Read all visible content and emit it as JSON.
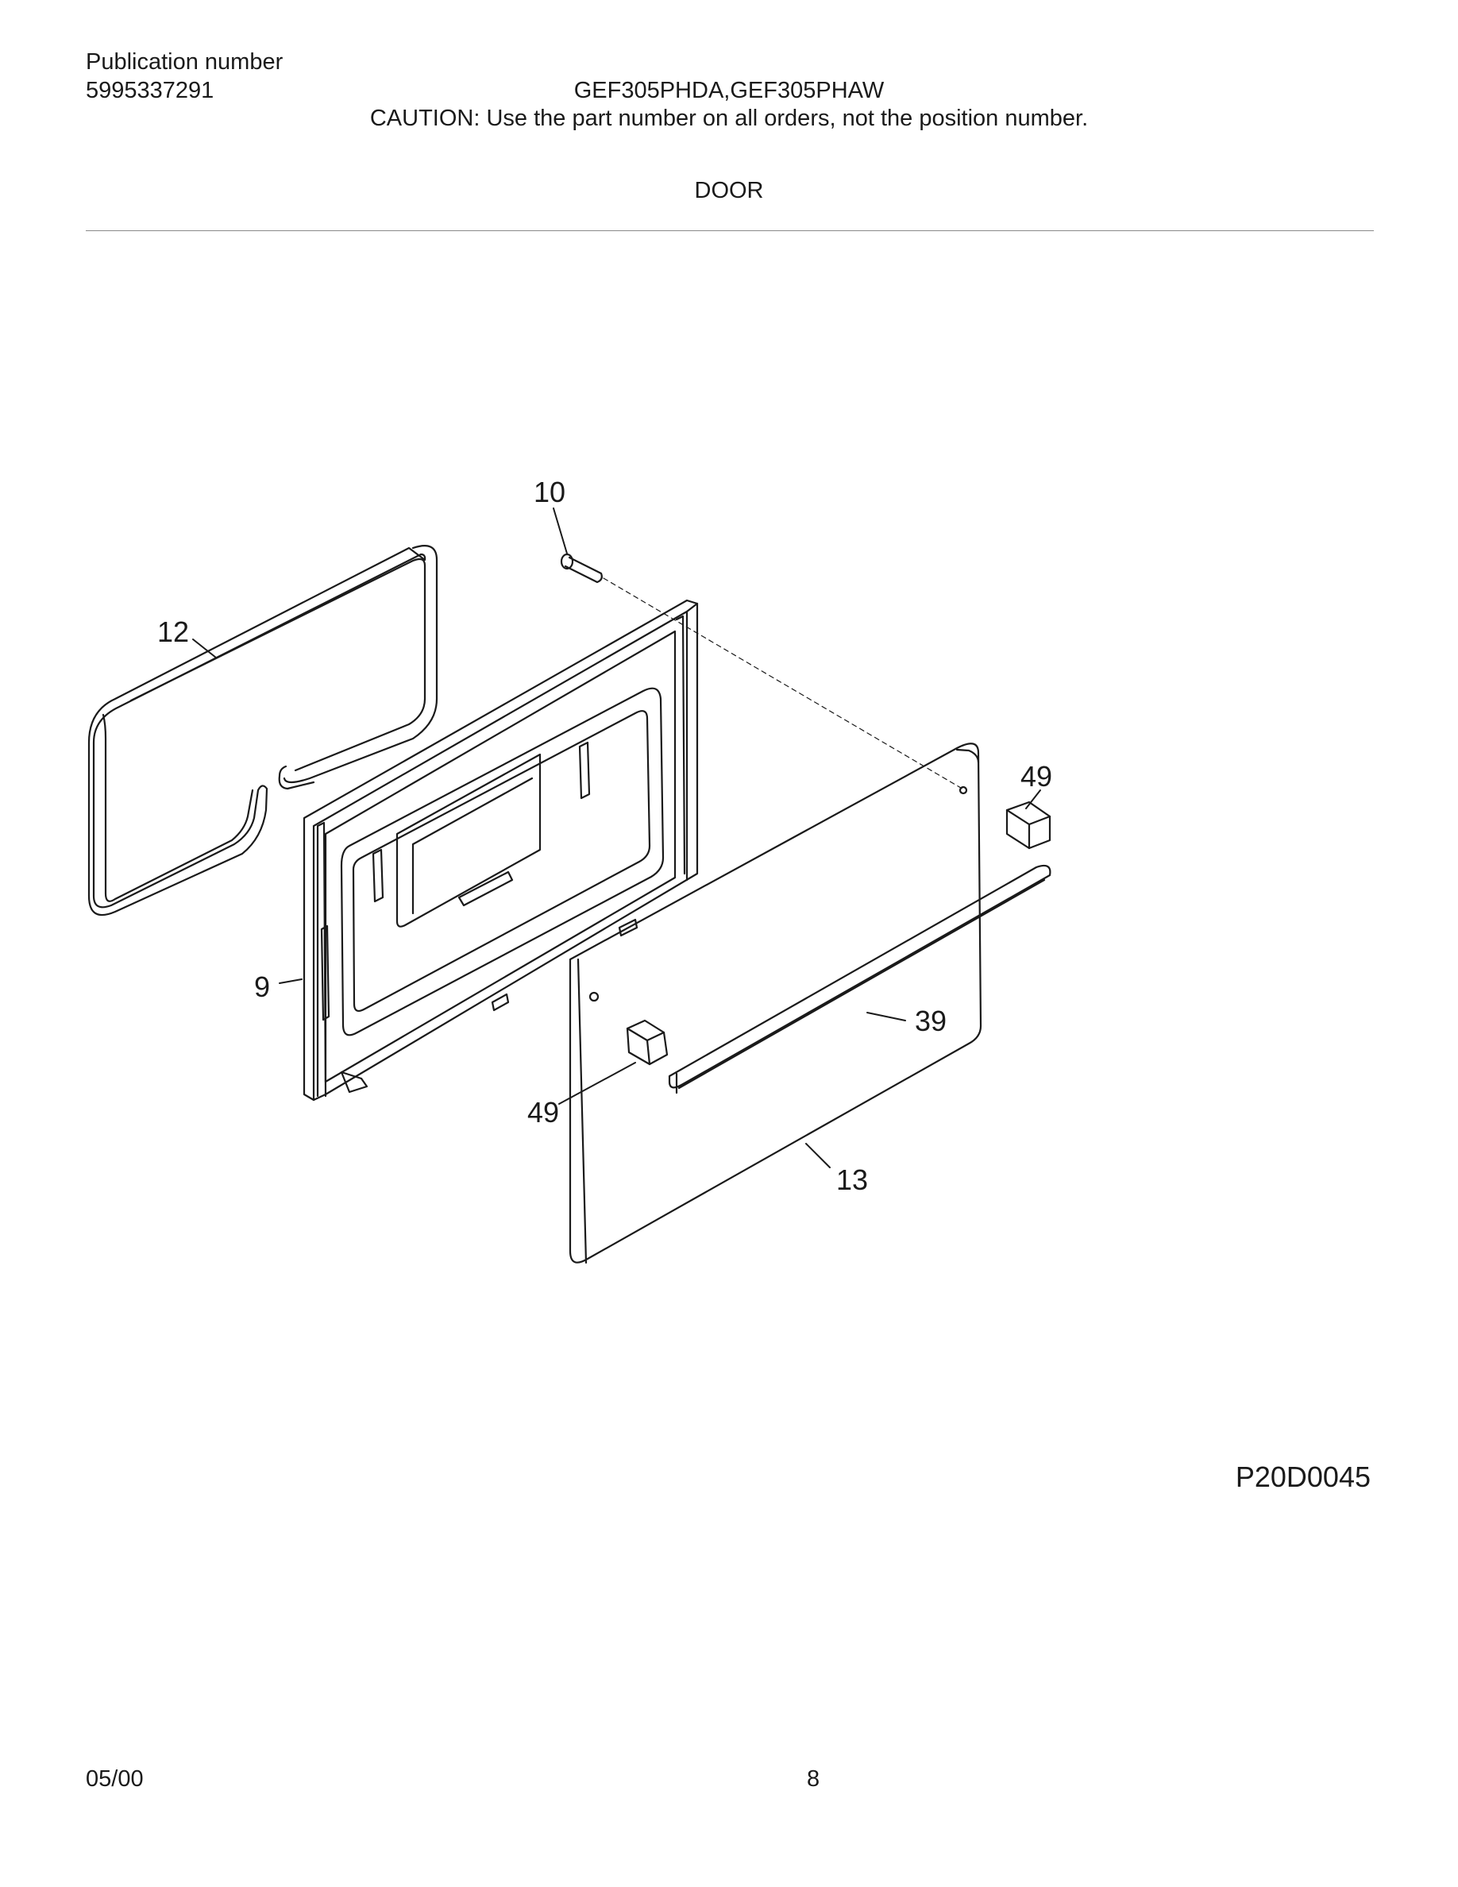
{
  "header": {
    "publication_label": "Publication number",
    "publication_number": "5995337291",
    "models": "GEF305PHDA,GEF305PHAW",
    "caution": "CAUTION:  Use the part number on all orders, not the position number.",
    "section_title": "DOOR"
  },
  "callouts": {
    "c10": "10",
    "c12": "12",
    "c9": "9",
    "c49_top": "49",
    "c49_bottom": "49",
    "c39": "39",
    "c13": "13"
  },
  "figure_code": "P20D0045",
  "footer": {
    "date": "05/00",
    "page": "8"
  }
}
